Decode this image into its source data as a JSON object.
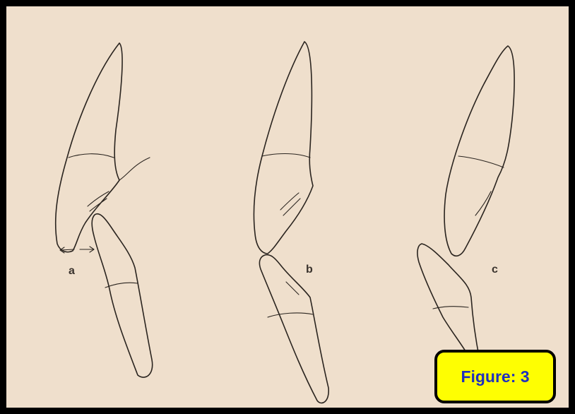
{
  "panels": [
    {
      "label": "a"
    },
    {
      "label": "b"
    },
    {
      "label": "c"
    }
  ],
  "badge": {
    "text": "Figure: 3"
  },
  "colors": {
    "background": "#efdfcc",
    "frame": "#000000",
    "badge_fill": "#fefe02",
    "badge_text": "#1f2fbf",
    "line": "#2a241f"
  }
}
